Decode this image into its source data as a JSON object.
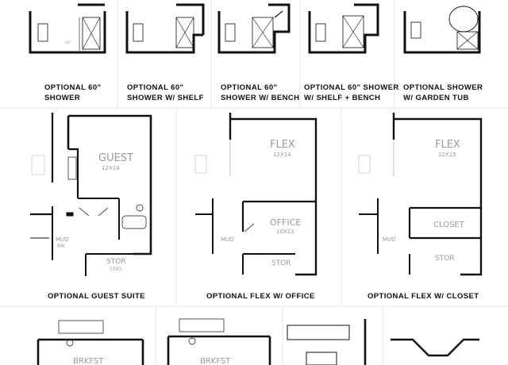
{
  "captions": {
    "opt60_shower": [
      "OPTIONAL 60\"",
      "SHOWER"
    ],
    "opt60_shelf": [
      "OPTIONAL 60\"",
      "SHOWER W/ SHELF"
    ],
    "opt60_bench": [
      "OPTIONAL 60\"",
      "SHOWER W/ BENCH"
    ],
    "opt60_shelf_bench": [
      "OPTIONAL 60\" SHOWER",
      "W/ SHELF + BENCH"
    ],
    "opt_garden_tub": [
      "OPTIONAL SHOWER",
      "W/ GARDEN TUB"
    ],
    "guest_suite": "OPTIONAL GUEST SUITE",
    "flex_office": "OPTIONAL FLEX W/ OFFICE",
    "flex_closet": "OPTIONAL FLEX W/ CLOSET"
  },
  "room_labels": {
    "guest": "GUEST",
    "guest_dim": "12X14",
    "flex": "FLEX",
    "flex_dim_a": "12X14",
    "flex_dim_b": "12X15",
    "office": "OFFICE",
    "office_dim": "10X13",
    "closet": "CLOSET",
    "mud_rm": "MUD",
    "mud_rm2": "RM",
    "stor": "STOR",
    "stor_dim": "10X5",
    "bfst": "BRKFST"
  }
}
